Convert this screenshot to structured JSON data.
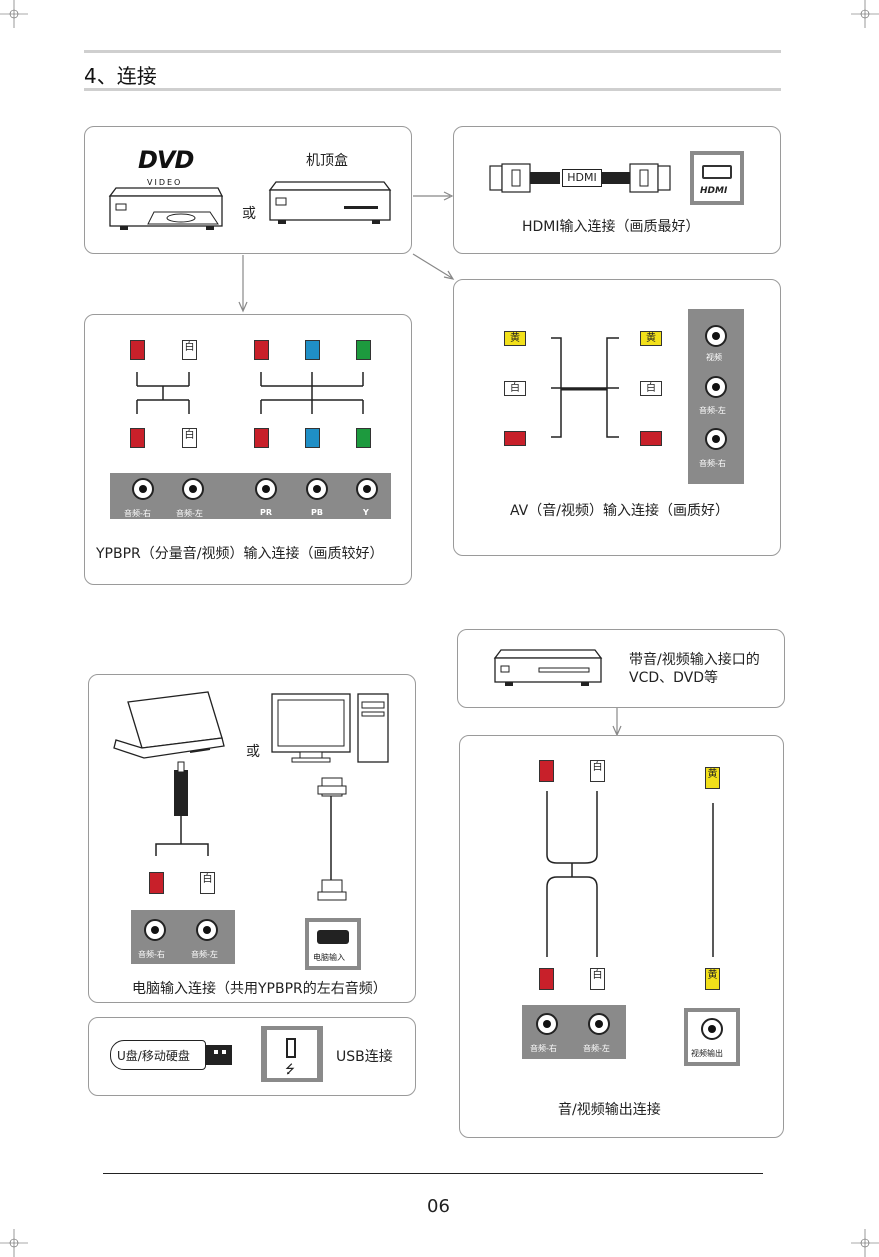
{
  "header": {
    "title": "4、连接"
  },
  "colors": {
    "red": "#c8202a",
    "white": "#ffffff",
    "yellow": "#f2e01a",
    "blue": "#1f8fc6",
    "green": "#1d9a3e",
    "panel_gray": "#8a8a8a",
    "rule_gray": "#cfcfcf"
  },
  "source": {
    "dvd_logo": "DVD",
    "dvd_sub": "VIDEO",
    "stb_label": "机顶盒",
    "or": "或"
  },
  "hdmi": {
    "cable_label": "HDMI",
    "port_label": "HDMI",
    "caption": "HDMI输入连接（画质最好）"
  },
  "av": {
    "plug_yellow": "黄",
    "plug_white": "白",
    "ports": [
      "视频",
      "音频-左",
      "音频-右"
    ],
    "caption": "AV（音/视频）输入连接（画质好）"
  },
  "ypbpr": {
    "plug_white": "白",
    "ports": [
      "音频-右",
      "音频-左",
      "PR",
      "PB",
      "Y"
    ],
    "caption": "YPBPR（分量音/视频）输入连接（画质较好）"
  },
  "pc": {
    "or": "或",
    "plug_white": "白",
    "ports": [
      "音频-右",
      "音频-左"
    ],
    "vga_label": "电脑输入",
    "caption": "电脑输入连接（共用YPBPR的左右音频）"
  },
  "usb": {
    "device_label": "U盘/移动硬盘",
    "caption": "USB连接"
  },
  "output": {
    "device_caption": "带音/视频输入接口的\nVCD、DVD等",
    "plug_white": "白",
    "plug_yellow": "黄",
    "ports": [
      "音频-右",
      "音频-左"
    ],
    "video_out": "视频输出",
    "caption": "音/视频输出连接"
  },
  "footer": {
    "page_number": "06"
  }
}
